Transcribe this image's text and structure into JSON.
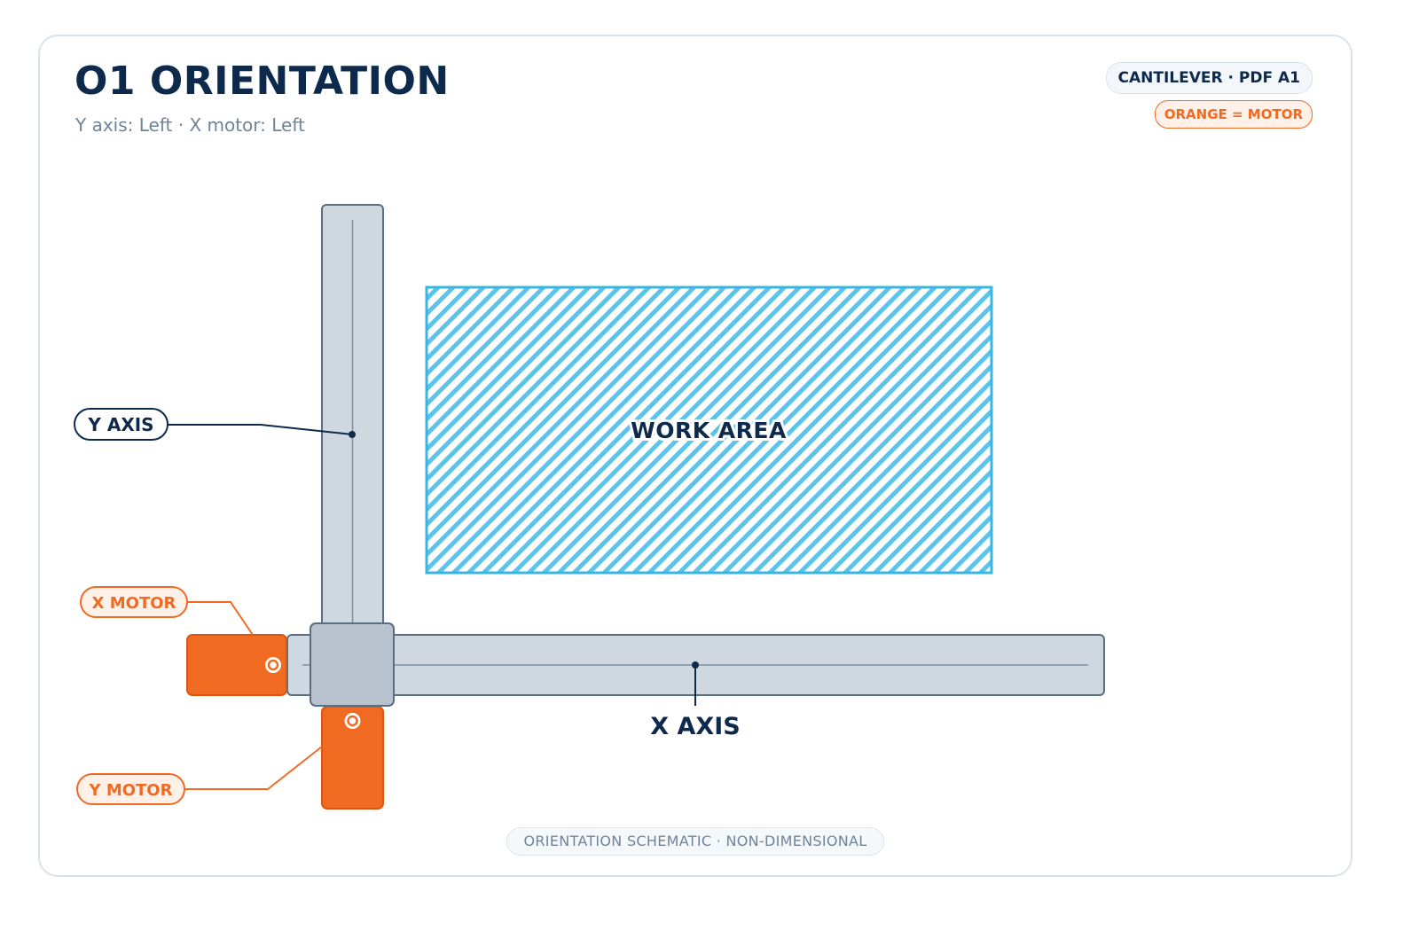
{
  "header": {
    "title": "O1 ORIENTATION",
    "subtitle": "Y axis: Left · X motor: Left",
    "config_badge": "CANTILEVER · PDF A1",
    "legend_badge": "ORANGE = MOTOR"
  },
  "diagram": {
    "labels": {
      "y_axis": "Y AXIS",
      "x_axis": "X AXIS",
      "x_motor": "X MOTOR",
      "y_motor": "Y MOTOR",
      "work_area": "WORK AREA"
    }
  },
  "footer": {
    "note": "ORIENTATION SCHEMATIC · NON-DIMENSIONAL"
  },
  "colors": {
    "navy": "#0d2a4c",
    "motor": "#f06a22",
    "rail": "#cfd7e0",
    "rail_stroke": "#5a6e82",
    "carriage": "#b7c2ce",
    "work_area": "#3ab4e2",
    "muted_text": "#6f8499"
  }
}
